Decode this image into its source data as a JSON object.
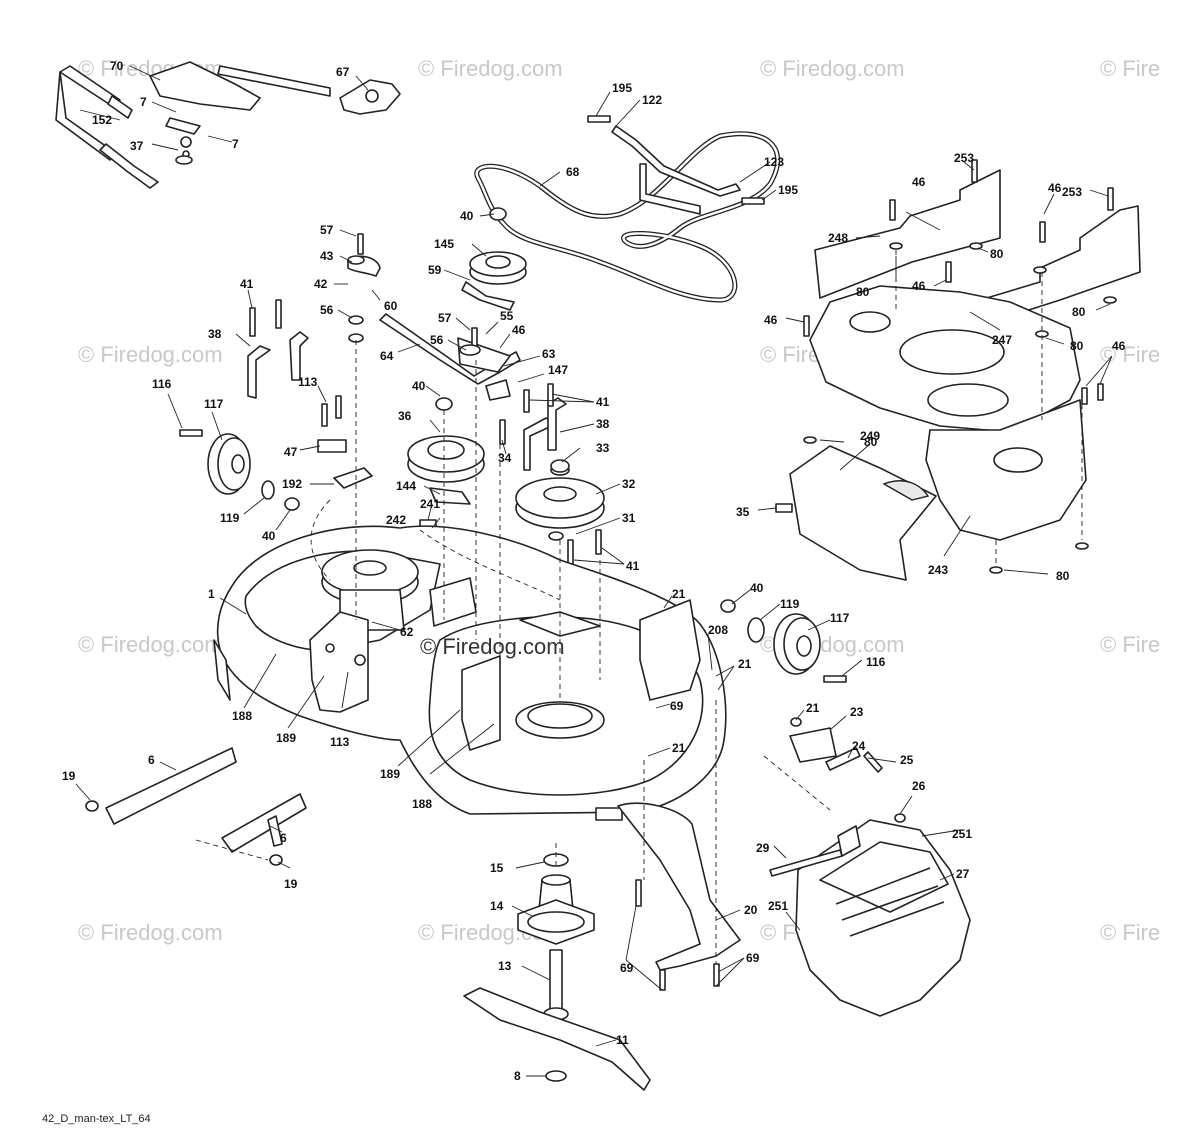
{
  "diagram": {
    "watermark": "© Firedog.com",
    "watermark_short": "© Fire",
    "footer_code": "42_D_man-tex_LT_64"
  },
  "callouts": [
    {
      "id": "c70",
      "text": "70"
    },
    {
      "id": "c67",
      "text": "67"
    },
    {
      "id": "c7a",
      "text": "7"
    },
    {
      "id": "c7b",
      "text": "7"
    },
    {
      "id": "c152",
      "text": "152"
    },
    {
      "id": "c37",
      "text": "37"
    },
    {
      "id": "c195a",
      "text": "195"
    },
    {
      "id": "c122",
      "text": "122"
    },
    {
      "id": "c68",
      "text": "68"
    },
    {
      "id": "c123",
      "text": "123"
    },
    {
      "id": "c195b",
      "text": "195"
    },
    {
      "id": "c253a",
      "text": "253"
    },
    {
      "id": "c46a",
      "text": "46"
    },
    {
      "id": "c46b",
      "text": "46"
    },
    {
      "id": "c253b",
      "text": "253"
    },
    {
      "id": "c248",
      "text": "248"
    },
    {
      "id": "c80a",
      "text": "80"
    },
    {
      "id": "c80b",
      "text": "80"
    },
    {
      "id": "c46c",
      "text": "46"
    },
    {
      "id": "c80c",
      "text": "80"
    },
    {
      "id": "c46d",
      "text": "46"
    },
    {
      "id": "c247",
      "text": "247"
    },
    {
      "id": "c80d",
      "text": "80"
    },
    {
      "id": "c46e",
      "text": "46"
    },
    {
      "id": "c40a",
      "text": "40"
    },
    {
      "id": "c145",
      "text": "145"
    },
    {
      "id": "c57a",
      "text": "57"
    },
    {
      "id": "c43",
      "text": "43"
    },
    {
      "id": "c59",
      "text": "59"
    },
    {
      "id": "c42",
      "text": "42"
    },
    {
      "id": "c60",
      "text": "60"
    },
    {
      "id": "c41a",
      "text": "41"
    },
    {
      "id": "c56a",
      "text": "56"
    },
    {
      "id": "c57b",
      "text": "57"
    },
    {
      "id": "c55",
      "text": "55"
    },
    {
      "id": "c46f",
      "text": "46"
    },
    {
      "id": "c38a",
      "text": "38"
    },
    {
      "id": "c64",
      "text": "64"
    },
    {
      "id": "c56b",
      "text": "56"
    },
    {
      "id": "c63",
      "text": "63"
    },
    {
      "id": "c147",
      "text": "147"
    },
    {
      "id": "c113a",
      "text": "113"
    },
    {
      "id": "c40b",
      "text": "40"
    },
    {
      "id": "c41b",
      "text": "41"
    },
    {
      "id": "c116a",
      "text": "116"
    },
    {
      "id": "c117a",
      "text": "117"
    },
    {
      "id": "c36",
      "text": "36"
    },
    {
      "id": "c38b",
      "text": "38"
    },
    {
      "id": "c80e",
      "text": "80"
    },
    {
      "id": "c249",
      "text": "249"
    },
    {
      "id": "c47",
      "text": "47"
    },
    {
      "id": "c33",
      "text": "33"
    },
    {
      "id": "c34",
      "text": "34"
    },
    {
      "id": "c144",
      "text": "144"
    },
    {
      "id": "c192",
      "text": "192"
    },
    {
      "id": "c32",
      "text": "32"
    },
    {
      "id": "c119a",
      "text": "119"
    },
    {
      "id": "c241",
      "text": "241"
    },
    {
      "id": "c35",
      "text": "35"
    },
    {
      "id": "c40c",
      "text": "40"
    },
    {
      "id": "c242",
      "text": "242"
    },
    {
      "id": "c31",
      "text": "31"
    },
    {
      "id": "c243",
      "text": "243"
    },
    {
      "id": "c41c",
      "text": "41"
    },
    {
      "id": "c80f",
      "text": "80"
    },
    {
      "id": "c1",
      "text": "1"
    },
    {
      "id": "c21a",
      "text": "21"
    },
    {
      "id": "c40d",
      "text": "40"
    },
    {
      "id": "c119b",
      "text": "119"
    },
    {
      "id": "c117b",
      "text": "117"
    },
    {
      "id": "c62",
      "text": "62"
    },
    {
      "id": "c208",
      "text": "208"
    },
    {
      "id": "c21b",
      "text": "21"
    },
    {
      "id": "c116b",
      "text": "116"
    },
    {
      "id": "c188a",
      "text": "188"
    },
    {
      "id": "c69a",
      "text": "69"
    },
    {
      "id": "c189a",
      "text": "189"
    },
    {
      "id": "c113b",
      "text": "113"
    },
    {
      "id": "c21c",
      "text": "21"
    },
    {
      "id": "c21d",
      "text": "21"
    },
    {
      "id": "c23",
      "text": "23"
    },
    {
      "id": "c24",
      "text": "24"
    },
    {
      "id": "c25",
      "text": "25"
    },
    {
      "id": "c6a",
      "text": "6"
    },
    {
      "id": "c19a",
      "text": "19"
    },
    {
      "id": "c189b",
      "text": "189"
    },
    {
      "id": "c188b",
      "text": "188"
    },
    {
      "id": "c26",
      "text": "26"
    },
    {
      "id": "c6b",
      "text": "6"
    },
    {
      "id": "c251a",
      "text": "251"
    },
    {
      "id": "c29",
      "text": "29"
    },
    {
      "id": "c19b",
      "text": "19"
    },
    {
      "id": "c15",
      "text": "15"
    },
    {
      "id": "c27",
      "text": "27"
    },
    {
      "id": "c14",
      "text": "14"
    },
    {
      "id": "c20",
      "text": "20"
    },
    {
      "id": "c251b",
      "text": "251"
    },
    {
      "id": "c13",
      "text": "13"
    },
    {
      "id": "c69b",
      "text": "69"
    },
    {
      "id": "c69c",
      "text": "69"
    },
    {
      "id": "c11",
      "text": "11"
    },
    {
      "id": "c8",
      "text": "8"
    }
  ]
}
